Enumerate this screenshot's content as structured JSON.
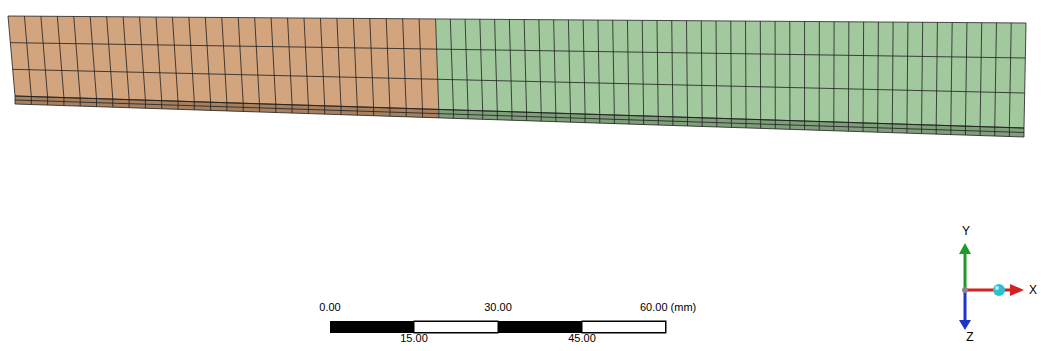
{
  "diagram": {
    "labels": [
      "0.00",
      "30.00",
      "60.00 (mm)",
      "15.00",
      "45.00",
      "Y",
      "X",
      "Z"
    ]
  }
}
